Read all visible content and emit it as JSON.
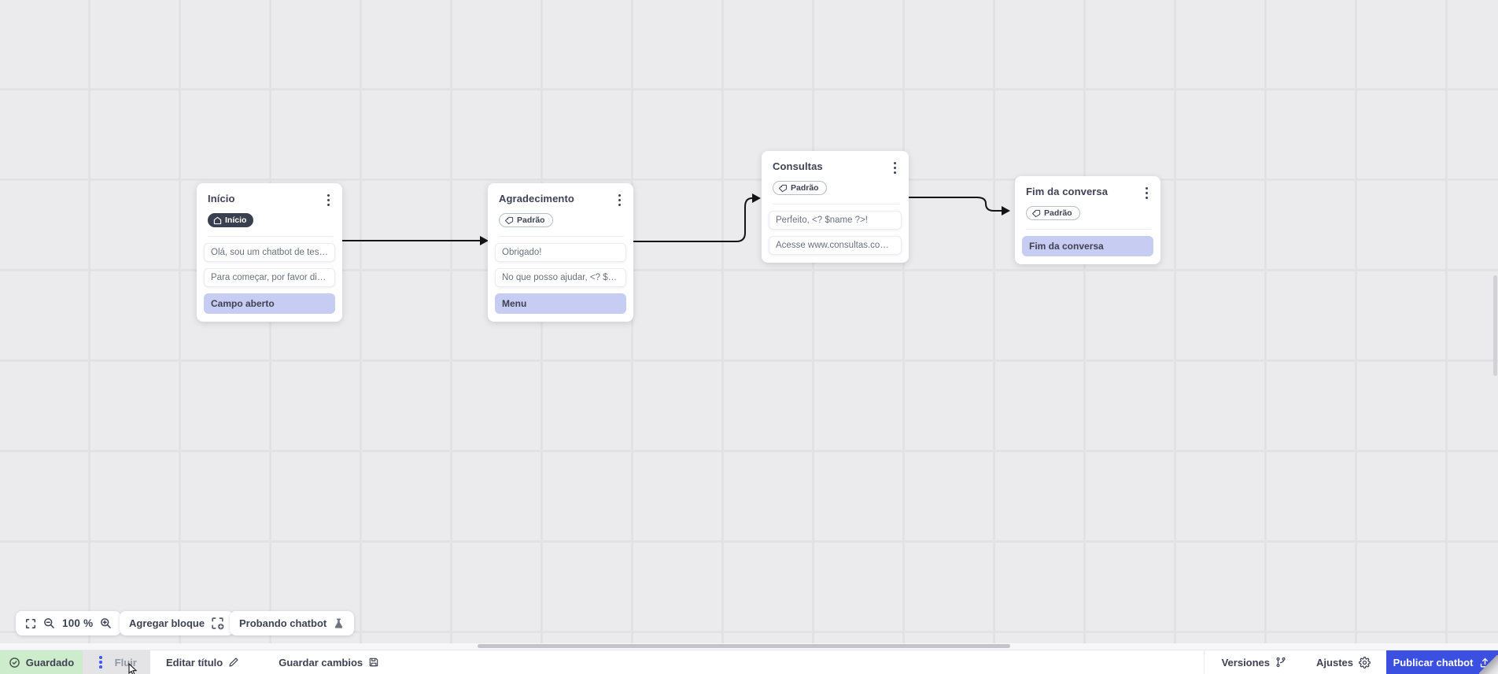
{
  "flow": {
    "nodes": [
      {
        "title": "Início",
        "badge": "Início",
        "items": [
          "Olá, sou um chatbot de teste!",
          "Para começar, por favor digite o ...",
          "Campo aberto"
        ]
      },
      {
        "title": "Agradecimento",
        "badge": "Padrão",
        "items": [
          "Obrigado!",
          "No que posso ajudar, <? $name ...",
          "Menu"
        ]
      },
      {
        "title": "Consultas",
        "badge": "Padrão",
        "items": [
          "Perfeito, <? $name ?>!",
          "Acesse www.consultas.com par..."
        ]
      },
      {
        "title": "Fim da conversa",
        "badge": "Padrão",
        "items": [
          "Fim da conversa"
        ]
      }
    ]
  },
  "toolbar": {
    "zoom_level": "100 %",
    "add_block": "Agregar bloque",
    "test_chatbot": "Probando chatbot"
  },
  "statusbar": {
    "saved": "Guardado",
    "tab": "Fluir",
    "edit_title": "Editar título",
    "save_changes": "Guardar cambios",
    "versions": "Versiones",
    "settings": "Ajustes",
    "publish": "Publicar chatbot"
  },
  "colors": {
    "accent_blue": "#3b4fe0",
    "highlight_purple": "#c6ccf2",
    "saved_green": "#cdeccb",
    "dark_badge": "#3a3f4f",
    "arrow": "#141414"
  }
}
